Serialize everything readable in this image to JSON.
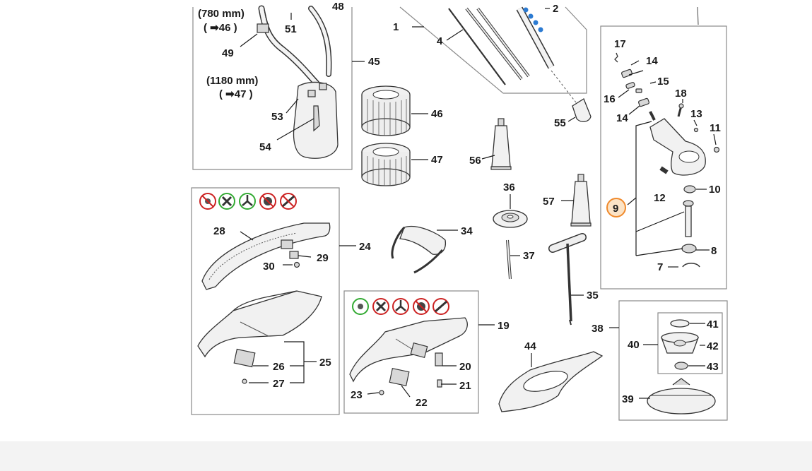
{
  "parts": {
    "p1": "1",
    "p2": "2",
    "p4": "4",
    "p7": "7",
    "p8": "8",
    "p9": "9",
    "p10": "10",
    "p11": "11",
    "p12": "12",
    "p13": "13",
    "p14a": "14",
    "p14b": "14",
    "p15": "15",
    "p16": "16",
    "p17": "17",
    "p18": "18",
    "p19": "19",
    "p20": "20",
    "p21": "21",
    "p22": "22",
    "p23": "23",
    "p24": "24",
    "p25": "25",
    "p26": "26",
    "p27": "27",
    "p28": "28",
    "p29": "29",
    "p30": "30",
    "p34": "34",
    "p35": "35",
    "p36": "36",
    "p37": "37",
    "p38": "38",
    "p39": "39",
    "p40": "40",
    "p41": "41",
    "p42": "42",
    "p43": "43",
    "p44": "44",
    "p45": "45",
    "p46": "46",
    "p47": "47",
    "p48": "48",
    "p49": "49",
    "p51": "51",
    "p53": "53",
    "p54": "54",
    "p55": "55",
    "p56": "56",
    "p57": "57"
  },
  "notes": {
    "len1": "(780 mm)",
    "ref1": "( ➡46 )",
    "len2": "(1180 mm)",
    "ref2": "( ➡47 )"
  },
  "highlight": {
    "part": "9",
    "color": "#f08a2c"
  }
}
